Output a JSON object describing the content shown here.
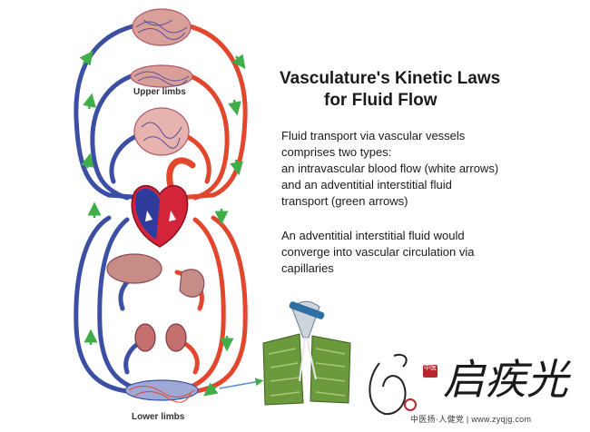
{
  "title": {
    "line1": "Vasculature's Kinetic Laws",
    "line2": "for Fluid Flow"
  },
  "paragraph1": [
    "Fluid transport via vascular vessels",
    "comprises two types:",
    "an intravascular blood flow (white arrows)",
    "and an adventitial interstitial fluid",
    "transport (green arrows)"
  ],
  "paragraph2": [
    "An adventitial interstitial fluid would",
    "converge into vascular circulation via",
    "capillaries"
  ],
  "labels": {
    "upper_limbs": "Upper limbs",
    "lower_limbs": "Lower limbs"
  },
  "watermark": {
    "calligraphy": "启疾光",
    "seal": "中医",
    "site": "中医扬·人健党 | www.zyqjg.com"
  },
  "colors": {
    "artery": "#e2472e",
    "vein": "#3c4fa3",
    "interstitial_arrow": "#3fae49",
    "organ": "#d9a09a",
    "heart_red": "#d4243a",
    "heart_blue": "#2f3c9c",
    "tissue_green": "#6a9a3c"
  }
}
